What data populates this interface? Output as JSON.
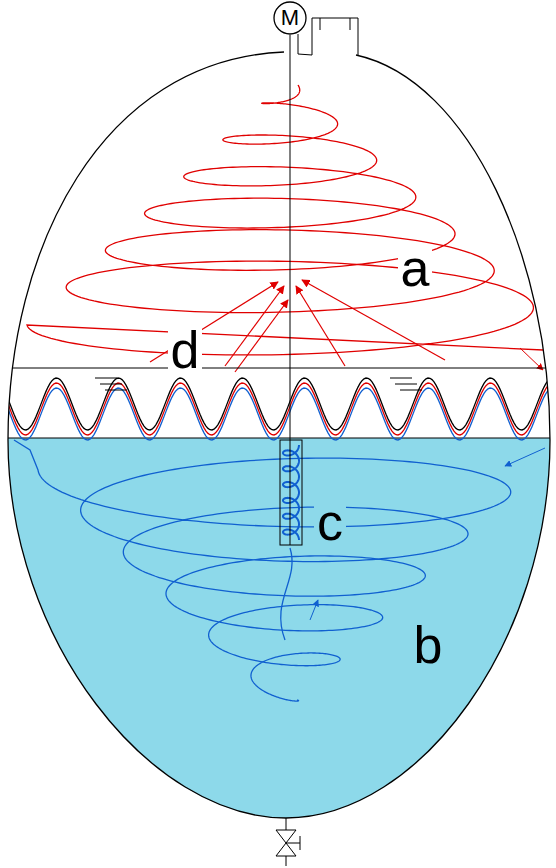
{
  "diagram": {
    "nodes": [
      {
        "text": [
          "M"
        ]
      }
    ],
    "labels": [
      "a",
      "d",
      "c",
      "b"
    ]
  }
}
